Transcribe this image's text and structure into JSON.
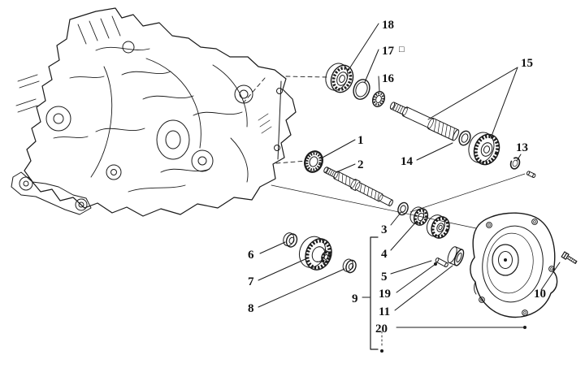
{
  "colors": {
    "background": "#ffffff",
    "line": "#1a1a1a",
    "text": "#111111"
  },
  "callouts": {
    "n18": "18",
    "n17": "17",
    "n17_marker": "□",
    "n16": "16",
    "n15": "15",
    "n1": "1",
    "n2": "2",
    "n14": "14",
    "n13": "13",
    "n3": "3",
    "n4": "4",
    "n5": "5",
    "n6": "6",
    "n7": "7",
    "n8": "8",
    "n9": "9",
    "n19": "19",
    "n11": "11",
    "n20": "20",
    "n10": "10"
  },
  "parts": [
    {
      "callout": "18",
      "part": "ball-bearing"
    },
    {
      "callout": "17",
      "part": "retaining-ring"
    },
    {
      "callout": "16",
      "part": "washer"
    },
    {
      "callout": "15",
      "part": "gear-shaft-and-gear"
    },
    {
      "callout": "14",
      "part": "spacer-ring"
    },
    {
      "callout": "13",
      "part": "circlip"
    },
    {
      "callout": "1",
      "part": "oil-seal"
    },
    {
      "callout": "2",
      "part": "wheel-shaft"
    },
    {
      "callout": "3",
      "part": "washer"
    },
    {
      "callout": "4",
      "part": "bearing"
    },
    {
      "callout": "5",
      "part": "dowel-pin"
    },
    {
      "callout": "6",
      "part": "washer"
    },
    {
      "callout": "7",
      "part": "cluster-gear"
    },
    {
      "callout": "8",
      "part": "washer"
    },
    {
      "callout": "9",
      "part": "group-bracket"
    },
    {
      "callout": "19",
      "part": "kit-item"
    },
    {
      "callout": "11",
      "part": "spacer-bushing"
    },
    {
      "callout": "20",
      "part": "kit-item"
    },
    {
      "callout": "10",
      "part": "cover-screw"
    }
  ]
}
